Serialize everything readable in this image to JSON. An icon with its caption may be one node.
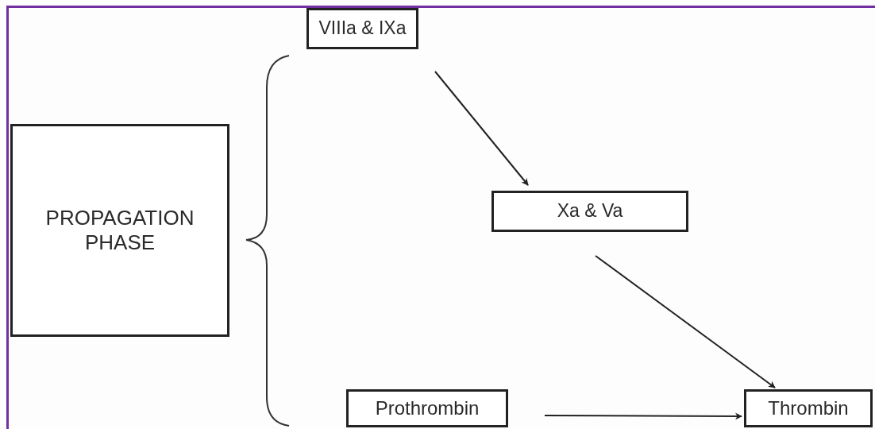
{
  "diagram": {
    "nodes": [
      {
        "text": [
          "PROPAGATION PHASE"
        ]
      },
      {
        "text": [
          "VIIIa & IXa"
        ]
      },
      {
        "text": [
          "Xa & Va"
        ]
      },
      {
        "text": [
          "Prothrombin"
        ]
      },
      {
        "text": [
          "Thrombin"
        ]
      }
    ],
    "edges": [
      {
        "from": 1,
        "to": 2,
        "arrow": "to"
      },
      {
        "from": 2,
        "to": 4,
        "arrow": "to"
      },
      {
        "from": 3,
        "to": 4,
        "arrow": "to"
      }
    ]
  }
}
